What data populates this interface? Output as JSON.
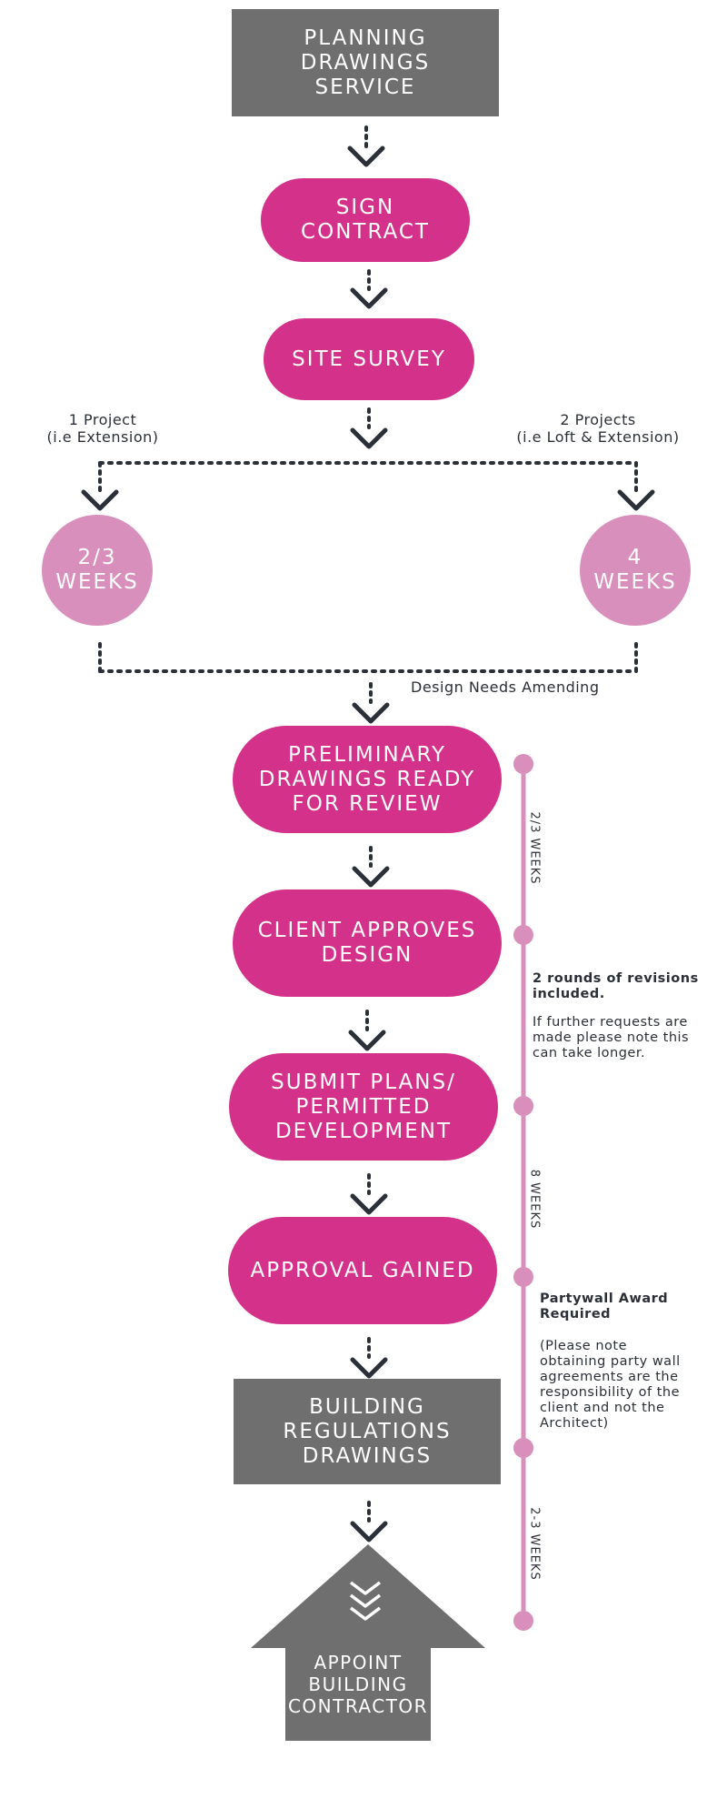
{
  "steps": {
    "planning": "PLANNING\nDRAWINGS\nSERVICE",
    "sign_contract": "SIGN\nCONTRACT",
    "site_survey": "SITE SURVEY",
    "preliminary": "PRELIMINARY\nDRAWINGS READY\nFOR REVIEW",
    "client_approves": "CLIENT APPROVES\nDESIGN",
    "submit_plans": "SUBMIT PLANS/\nPERMITTED\nDEVELOPMENT",
    "approval_gained": "APPROVAL GAINED",
    "building_regs": "BUILDING\nREGULATIONS\nDRAWINGS",
    "appoint_contractor": "APPOINT\nBUILDING\nCONTRACTOR"
  },
  "branches": {
    "left_label": "1 Project\n(i.e Extension)",
    "right_label": "2 Projects\n(i.e Loft & Extension)",
    "left_duration": "2/3\nWEEKS",
    "right_duration": "4\nWEEKS",
    "design_amending": "Design Needs Amending"
  },
  "timeline": {
    "segment1": "2/3 WEEKS",
    "segment2": "8 WEEKS",
    "segment3": "2-3 WEEKS",
    "revisions_bold": "2 rounds of revisions\nincluded.",
    "revisions_note": "If further requests are\nmade please note this\ncan take longer.",
    "partywall_bold": "Partywall Award\nRequired",
    "partywall_note": "(Please note\nobtaining party wall\nagreements are the\nresponsibility of the\nclient and not the\nArchitect)"
  },
  "colors": {
    "magenta": "#d3318a",
    "light_pink": "#d98fbb",
    "grey": "#6f6f6f",
    "dark": "#2b2f38",
    "timeline": "#d98fbb"
  },
  "icons": {
    "arrow": "chevron-down-icon",
    "contractor_arrows": "double-chevron-down-icon"
  }
}
